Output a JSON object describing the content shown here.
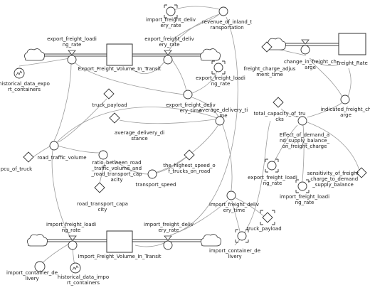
{
  "stocks": {
    "export_transit": "Export_Freight_Volume_In_Transit",
    "import_transit": "Import_Freight_Volume_In_Transit",
    "freight_rate": "Freight_Rate"
  },
  "flows": {
    "export_loading_rate": [
      "export_freight_loadi",
      "ng_rate"
    ],
    "export_delivery_rate": [
      "export_freight_deliv",
      "ery_rate"
    ],
    "import_loading_rate": [
      "import_freight_loadi",
      "ng_rate"
    ],
    "import_delivery_rate": [
      "import_freight_deliv",
      "ery_rate"
    ],
    "change_freight_charge": [
      "change_in_freight_ch",
      "arge"
    ]
  },
  "variables": {
    "import_delivery_rate_top": [
      "import_freight_deliv",
      "ery_rate"
    ],
    "revenue": [
      "revenue_of_inland_t",
      "ransportation"
    ],
    "historical_export": [
      "historical_data_expo",
      "rt_containers"
    ],
    "export_loading_rate_2": [
      "export_freight_loadi",
      "ng_rate"
    ],
    "export_delivery_time": [
      "export_freight_deliv",
      "ery_time"
    ],
    "truck_payload_top": [
      "truck_payload"
    ],
    "avg_delivery_distance": [
      "average_delivery_di",
      "stance"
    ],
    "avg_delivery_time": [
      "average_delivery_ti",
      "me"
    ],
    "road_traffic_volume": [
      "road_traffic_volume"
    ],
    "pcu_of_truck": [
      "pcu_of_truck"
    ],
    "ratio": [
      "ratio_between_road",
      "_traffic_volume_and",
      "_road_transport_cap",
      "acity"
    ],
    "highest_speed": [
      "the_highest_speed_o",
      "f_trucks_on_road"
    ],
    "transport_speed": [
      "transport_speed"
    ],
    "road_capacity": [
      "road_transport_capa",
      "city"
    ],
    "freight_charge_adj": [
      "freight_charge_adjus",
      "ment_time"
    ],
    "indicated_freight_charge": [
      "indicated_freight_ch",
      "arge"
    ],
    "total_capacity": [
      "total_capacity_of_tru",
      "cks"
    ],
    "effect_demand_supply": [
      "Effect_of_demand_a",
      "nd_supply_balance_",
      "on_freight_charge"
    ],
    "export_loading_rate_3": [
      "export_freight_loadi",
      "ng_rate"
    ],
    "sensitivity": [
      "sensitivity_of_freight",
      "_charge_to_demand",
      "_supply_balance"
    ],
    "import_loading_rate_2": [
      "import_freight_loadi",
      "ng_rate"
    ],
    "import_delivery_time": [
      "import_freight_deliv",
      "ery_time"
    ],
    "truck_payload_bottom": [
      "truck_payload"
    ],
    "import_container_delivery_left": [
      "import_container_de",
      "livery"
    ],
    "historical_import": [
      "historical_data_impo",
      "rt_containers"
    ],
    "import_container_delivery_bottom": [
      "import_container_de",
      "livery"
    ]
  }
}
